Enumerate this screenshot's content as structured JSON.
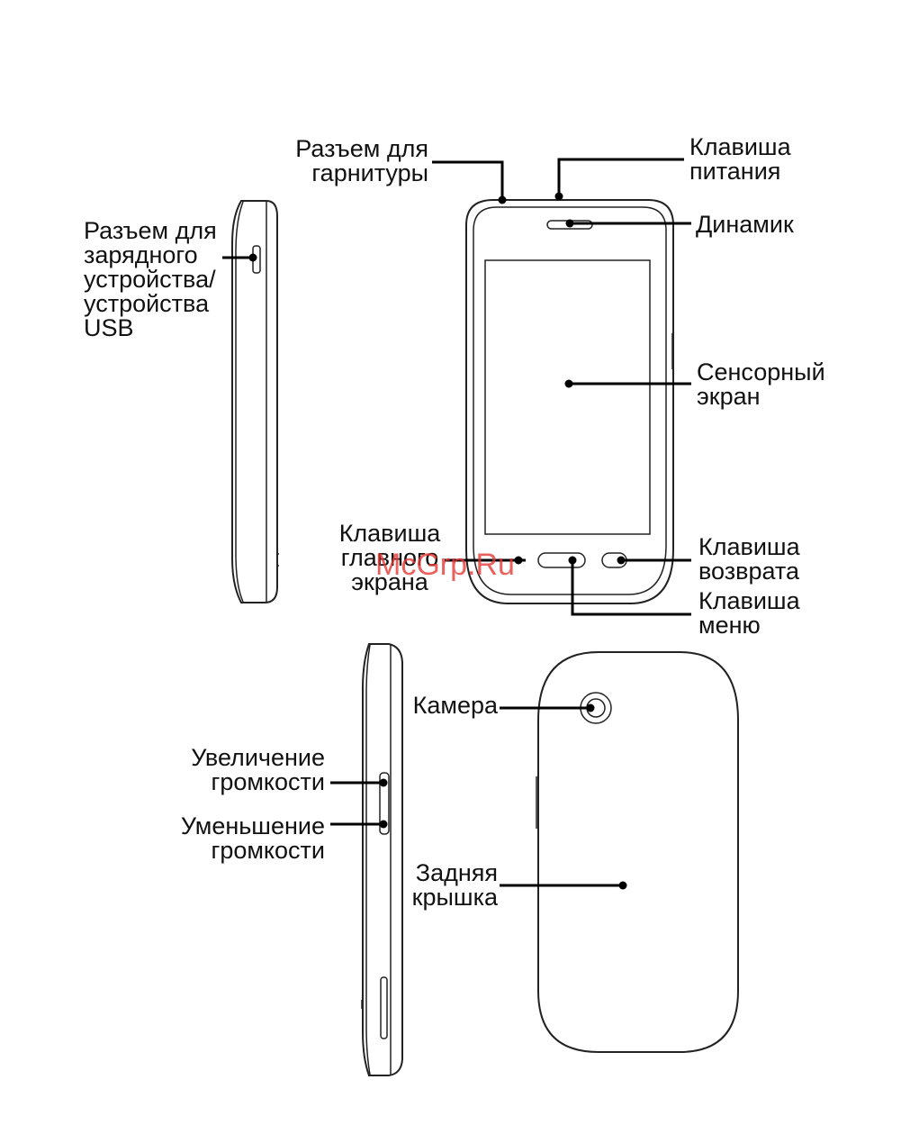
{
  "labels": {
    "headset": [
      "Разъем для",
      "гарнитуры"
    ],
    "power": [
      "Клавиша",
      "питания"
    ],
    "speaker": [
      "Динамик"
    ],
    "charger": [
      "Разъем для",
      "зарядного",
      "устройства/",
      "устройства",
      "USB"
    ],
    "touchscreen": [
      "Сенсорный",
      "экран"
    ],
    "home": [
      "Клавиша",
      "главного",
      "экрана"
    ],
    "back": [
      "Клавиша",
      "возврата"
    ],
    "menu": [
      "Клавиша",
      "меню"
    ],
    "camera": [
      "Камера"
    ],
    "volume_up": [
      "Увеличение",
      "громкости"
    ],
    "volume_down": [
      "Уменьшение",
      "громкости"
    ],
    "back_cover": [
      "Задняя",
      "крышка"
    ]
  },
  "watermark": "McGrp.Ru"
}
